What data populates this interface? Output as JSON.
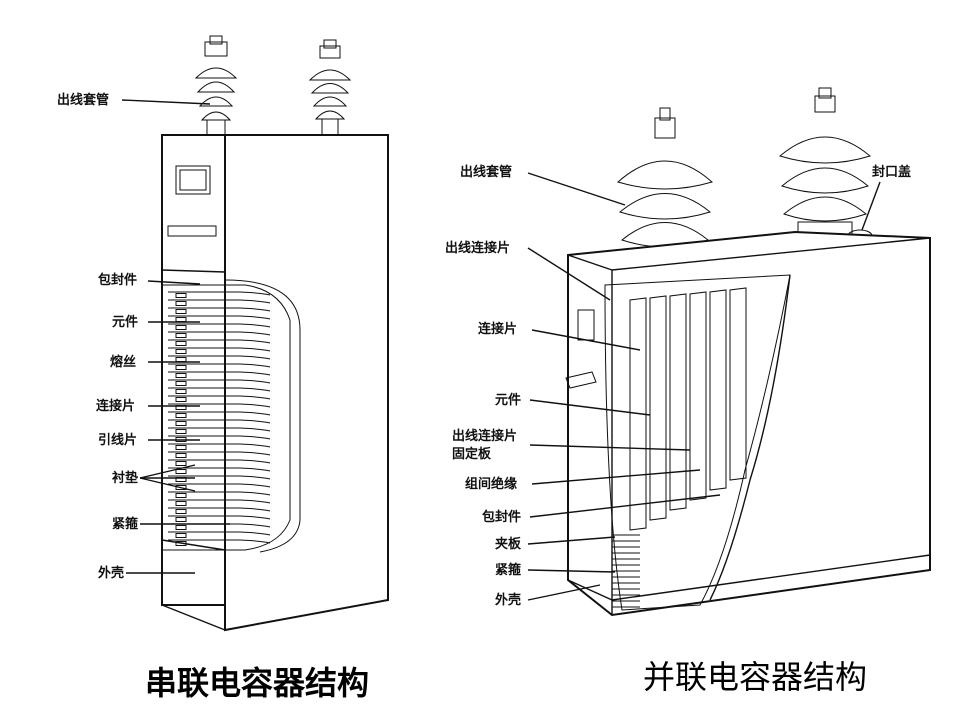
{
  "left_diagram": {
    "caption": "串联电容器结构",
    "labels": {
      "bushing": "出线套管",
      "seal": "包封件",
      "element": "元件",
      "fuse": "熔丝",
      "connector": "连接片",
      "lead": "引线片",
      "pad": "衬垫",
      "clamp": "紧箍",
      "shell": "外壳"
    }
  },
  "right_diagram": {
    "caption": "并联电容器结构",
    "labels": {
      "bushing": "出线套管",
      "seal_cap": "封口盖",
      "lead_connector": "出线连接片",
      "connector": "连接片",
      "element": "元件",
      "lead_connector_fixed": "出线连接片",
      "fixed_plate": "固定板",
      "group_insulation": "组间绝缘",
      "seal": "包封件",
      "splint": "夹板",
      "clamp": "紧箍",
      "shell": "外壳"
    }
  }
}
